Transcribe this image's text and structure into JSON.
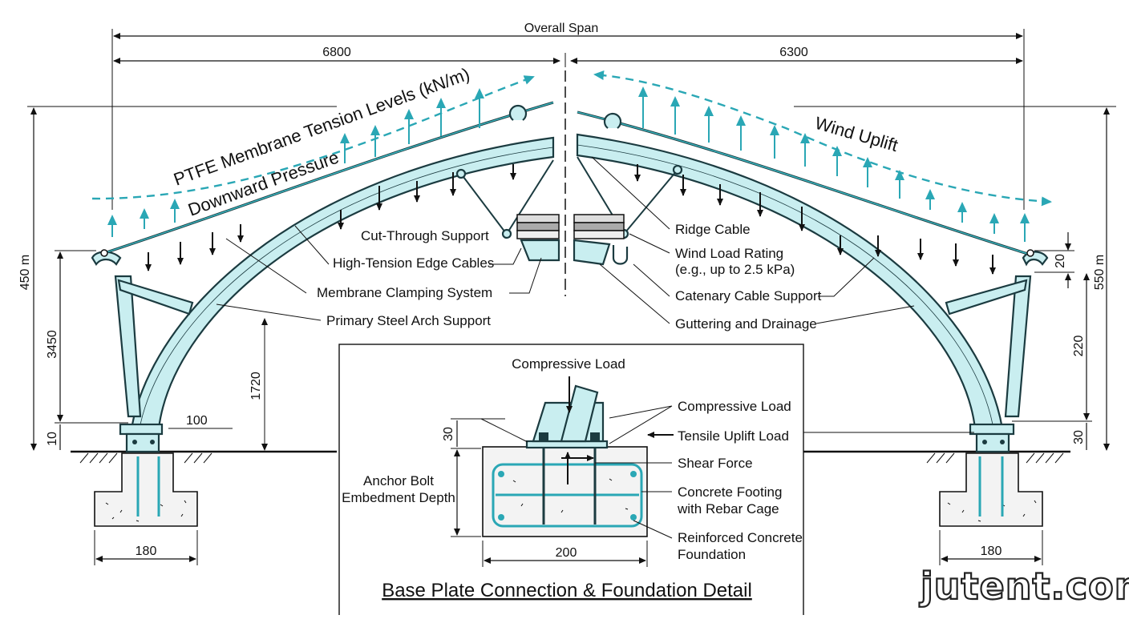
{
  "dimensions": {
    "overall_span": "Overall Span",
    "left_span": "6800",
    "right_span": "6300",
    "left_height": "450 m",
    "right_height": "550 m",
    "left_column": "3450",
    "left_base": "10",
    "left_offset": "100",
    "inner_height": "1720",
    "right_top": "20",
    "right_column": "220",
    "right_base": "30",
    "left_footing": "180",
    "right_footing": "180",
    "detail_plate": "30",
    "detail_width": "200"
  },
  "loads": {
    "membrane_tension": "PTFE Membrane Tension Levels (kN/m)",
    "downward_pressure": "Downward Pressure",
    "wind_uplift": "Wind Uplift"
  },
  "callouts": {
    "cut_through": "Cut-Through Support",
    "edge_cables": "High-Tension Edge Cables",
    "clamping": "Membrane Clamping System",
    "primary_arch": "Primary Steel Arch Support",
    "ridge_cable": "Ridge Cable",
    "wind_rating_1": "Wind Load Rating",
    "wind_rating_2": "(e.g., up to 2.5 kPa)",
    "catenary": "Catenary Cable Support",
    "guttering": "Guttering and Drainage"
  },
  "detail": {
    "title": "Base Plate Connection & Foundation Detail",
    "compressive_top": "Compressive Load",
    "compressive_right": "Compressive Load",
    "tensile": "Tensile Uplift Load",
    "shear": "Shear Force",
    "footing_1": "Concrete Footing",
    "footing_2": "with Rebar Cage",
    "foundation_1": "Reinforced Concrete",
    "foundation_2": "Foundation",
    "anchor_1": "Anchor Bolt",
    "anchor_2": "Embedment Depth"
  },
  "watermark": "jutent.com",
  "colors": {
    "accent": "#2aa7b5",
    "steel": "#c9eef0",
    "line": "#111111"
  }
}
